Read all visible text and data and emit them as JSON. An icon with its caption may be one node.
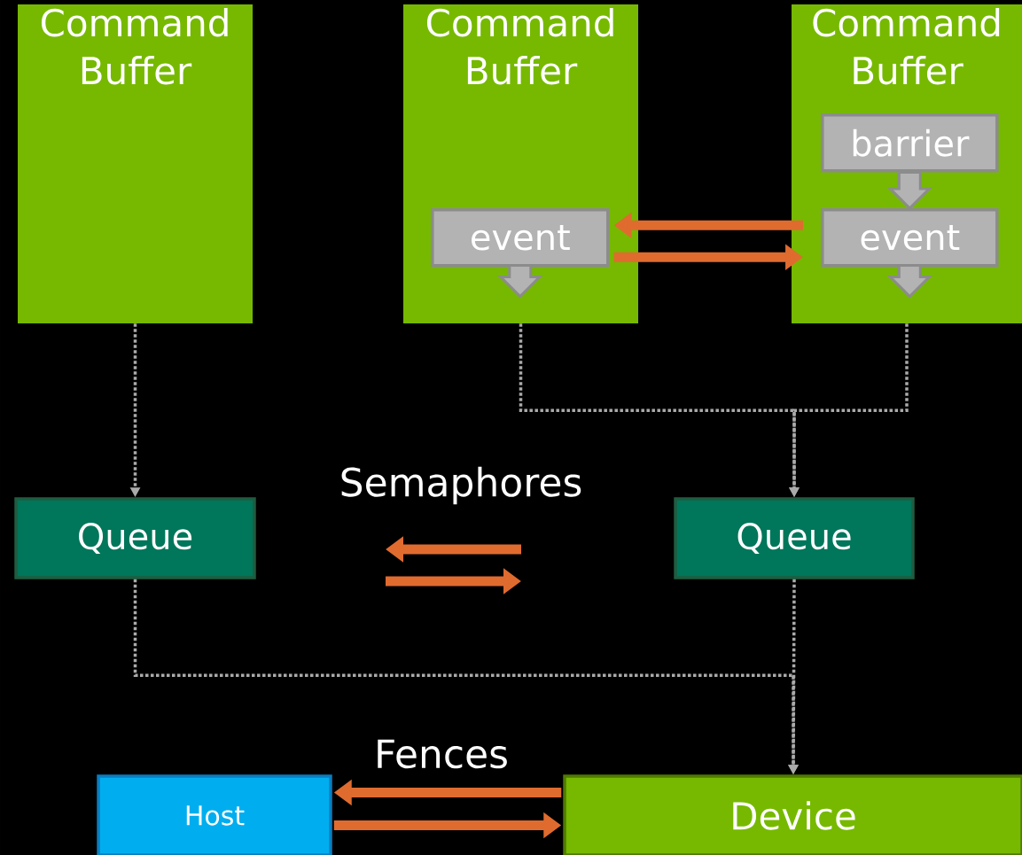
{
  "diagram": {
    "nodes": [
      {
        "text": [
          "Command Buffer"
        ]
      },
      {
        "text": [
          "Command Buffer"
        ]
      },
      {
        "text": [
          "event"
        ],
        "in": 1
      },
      {
        "text": [
          "Command Buffer"
        ]
      },
      {
        "text": [
          "barrier"
        ],
        "in": 3
      },
      {
        "text": [
          "event"
        ],
        "in": 3
      },
      {
        "text": [
          "Queue"
        ]
      },
      {
        "text": [
          "Queue"
        ]
      },
      {
        "text": [
          "Host"
        ]
      },
      {
        "text": [
          "Device"
        ]
      }
    ],
    "edges": [
      {
        "from": 5,
        "to": 2,
        "arrow": "to",
        "style": "thick",
        "color": "#e06b2f"
      },
      {
        "from": 2,
        "to": 5,
        "arrow": "to",
        "style": "thick",
        "color": "#e06b2f"
      },
      {
        "from": 4,
        "to": 5,
        "arrow": "to",
        "style": "thick",
        "color": "#b3b3b3"
      },
      {
        "from": 2,
        "to": null,
        "arrow": "to",
        "style": "thick",
        "color": "#b3b3b3"
      },
      {
        "from": 5,
        "to": null,
        "arrow": "to",
        "style": "thick",
        "color": "#b3b3b3"
      },
      {
        "from": 0,
        "to": 6,
        "arrow": "to",
        "style": "dashed",
        "color": "#aaaaaa"
      },
      {
        "from": 1,
        "to": 7,
        "arrow": "to",
        "style": "dashed",
        "color": "#aaaaaa"
      },
      {
        "from": 3,
        "to": 7,
        "arrow": "to",
        "style": "dashed",
        "color": "#aaaaaa"
      },
      {
        "from": 6,
        "to": 9,
        "arrow": "to",
        "style": "dashed",
        "color": "#aaaaaa"
      },
      {
        "from": 7,
        "to": 9,
        "arrow": "to",
        "style": "dashed",
        "color": "#aaaaaa"
      },
      {
        "from": 9,
        "to": 8,
        "arrow": "to",
        "label": "Fences",
        "style": "thick",
        "color": "#e06b2f"
      },
      {
        "from": 8,
        "to": 9,
        "arrow": "to",
        "style": "thick",
        "color": "#e06b2f"
      }
    ],
    "labels": [
      "Semaphores"
    ]
  }
}
